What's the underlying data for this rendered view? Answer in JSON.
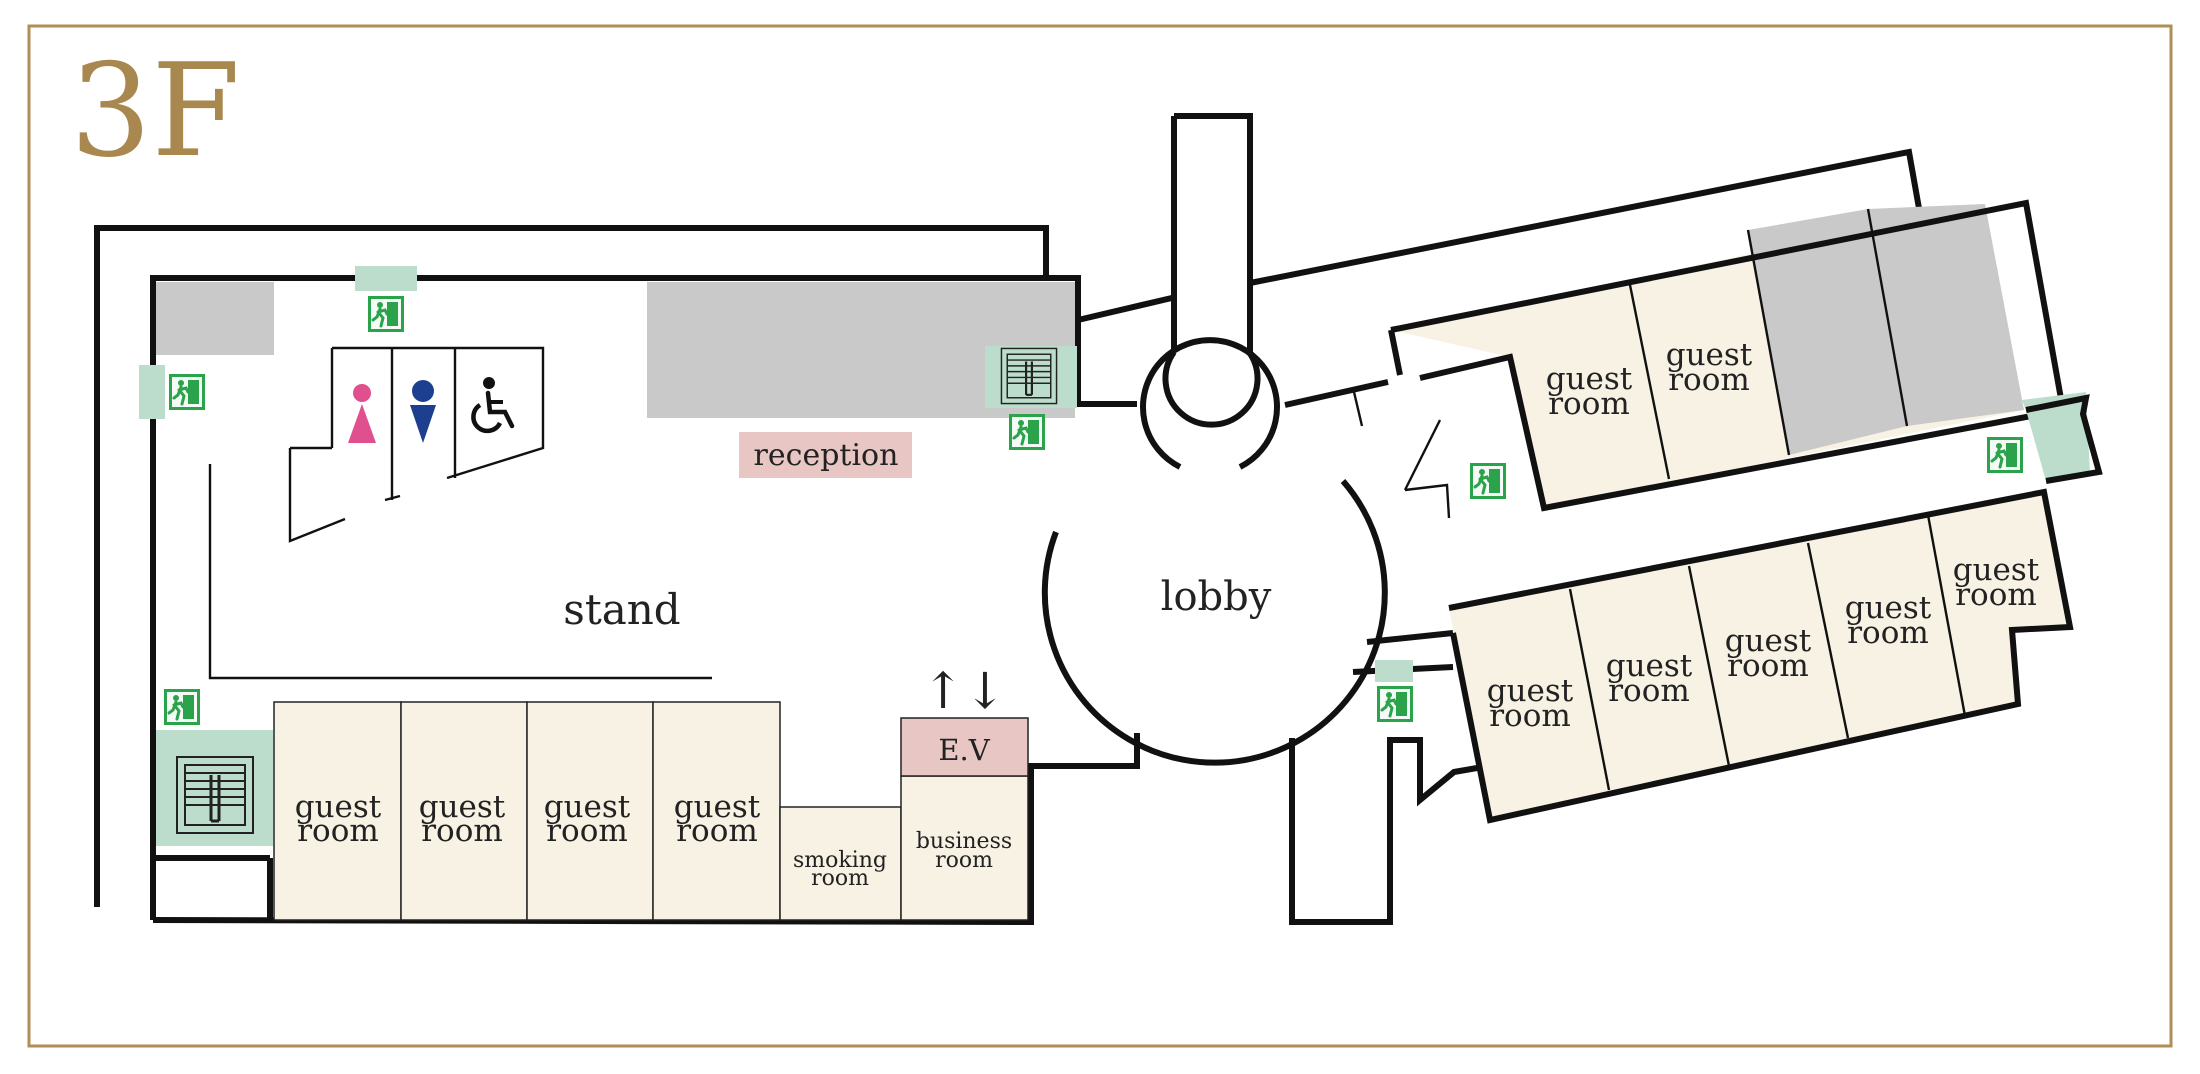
{
  "floor": {
    "label": "3F"
  },
  "labels": {
    "stand": "stand",
    "reception": "reception",
    "lobby": "lobby",
    "elevator": "E.V",
    "elevator_arrows": "↑↓"
  },
  "rooms": {
    "guest": [
      "guest",
      "room"
    ],
    "smoking": [
      "smoking",
      "room"
    ],
    "business": [
      "business",
      "room"
    ]
  },
  "icons": {
    "exit": "emergency-exit-icon",
    "stairs": "stairs-icon",
    "female_toilet": "female-toilet-icon",
    "male_toilet": "male-toilet-icon",
    "accessible_toilet": "wheelchair-icon"
  },
  "colors": {
    "frame": "#b08d57",
    "floor_label": "#a8884f",
    "wall": "#111111",
    "guest_room": "#f7f2e3",
    "service_gray": "#c9c9c9",
    "stair_green": "#bcdccc",
    "reception_pink": "#e7c6c4",
    "exit_green": "#2aa34a",
    "female": "#e0508f",
    "male": "#1c3f8f"
  }
}
